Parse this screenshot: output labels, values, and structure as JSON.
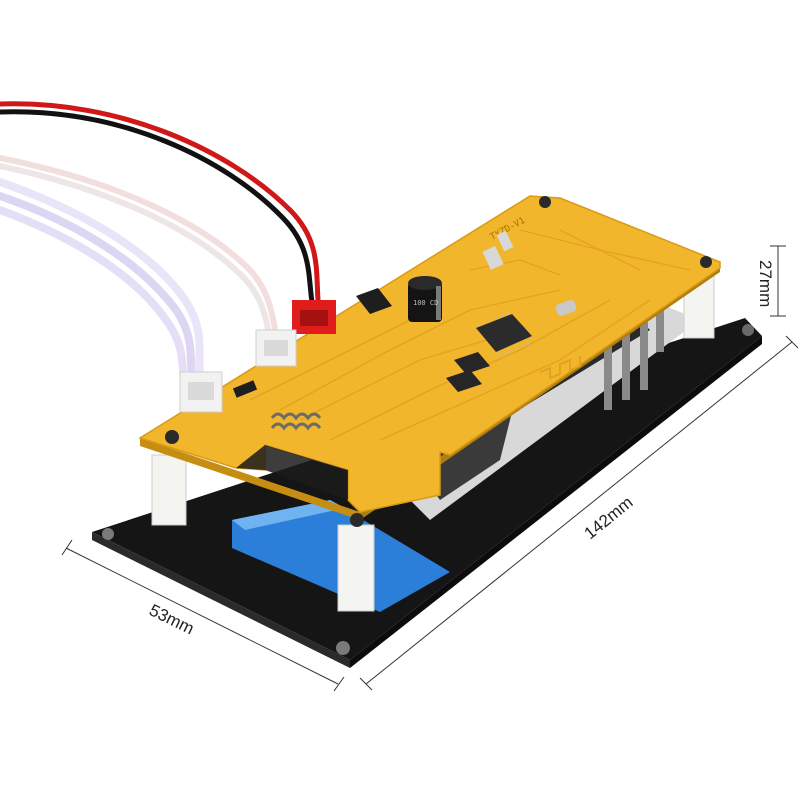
{
  "dimensions": {
    "length": "142mm",
    "width": "53mm",
    "height": "27mm"
  },
  "pcb": {
    "silkscreen": "TYZD-V1",
    "capacitor_marking": "100 CD",
    "board_color": "#f2b62d",
    "display_window_color": "#2b7fd8",
    "base_panel_color": "#151515"
  },
  "wires": {
    "colors": [
      "#d01818",
      "#111111",
      "#e9e4f7",
      "#f3dede"
    ]
  }
}
